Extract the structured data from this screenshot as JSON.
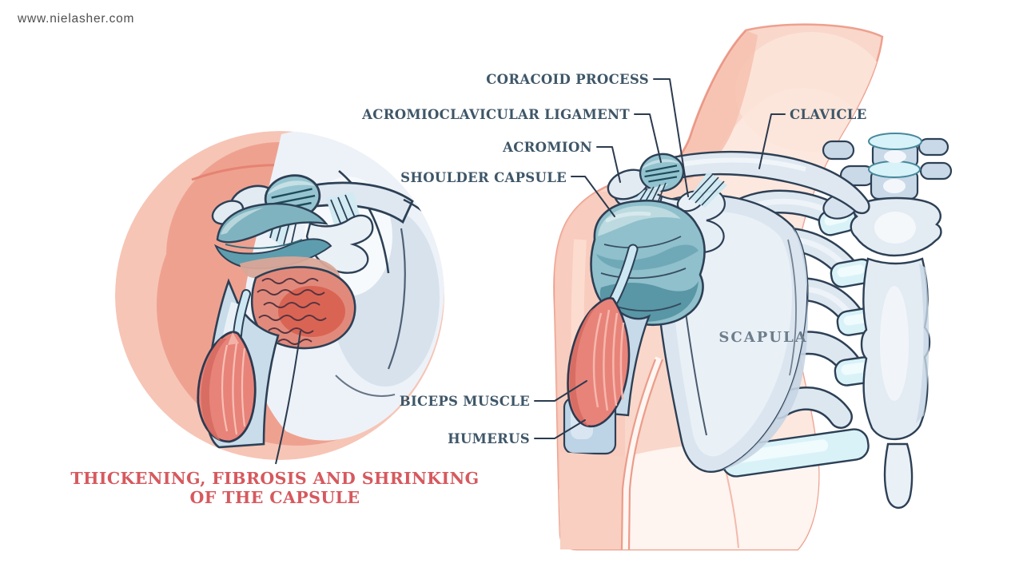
{
  "watermark": "www.nielasher.com",
  "labels": {
    "coracoid_process": "CORACOID PROCESS",
    "acromioclavicular_ligament": "ACROMIOCLAVICULAR LIGAMENT",
    "acromion": "ACROMION",
    "shoulder_capsule": "SHOULDER CAPSULE",
    "clavicle": "CLAVICLE",
    "scapula": "SCAPULA",
    "biceps_muscle": "BICEPS MUSCLE",
    "humerus": "HUMERUS"
  },
  "inset_caption": {
    "line1": "THICKENING, FIBROSIS AND SHRINKING",
    "line2": "OF THE CAPSULE"
  },
  "colors": {
    "label_text": "#3e5668",
    "scapula_text": "#6c7d8c",
    "caption_text": "#d6595e",
    "watermark_text": "#4f4f4f",
    "leader_line": "#2b3b4f",
    "skin": "#f9d7ca",
    "skin_outline": "#eda08f",
    "bone_fill": "#e2eaf2",
    "bone_outline": "#2d4055",
    "cartilage": "#d9f2f8",
    "capsule_teal": "#6fa9b8",
    "inflamed_red": "#d96252",
    "muscle_red": "#e8837a",
    "inset_ring_light": "#f6c5b6",
    "inset_ring_dark": "#efa190"
  }
}
